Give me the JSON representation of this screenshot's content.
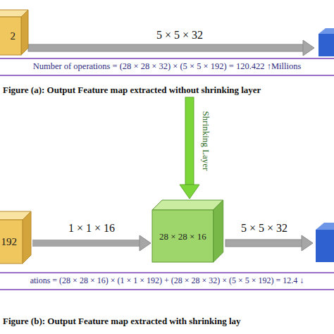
{
  "diagram": {
    "nodes": [
      {
        "text": [
          "2"
        ]
      },
      {
        "text": [
          "192"
        ]
      },
      {
        "text": [
          "28 × 28 × 16"
        ]
      }
    ],
    "edges": [
      {
        "from": 1,
        "to": 2,
        "arrow": "to",
        "label": "1 × 1 × 16"
      }
    ],
    "labels": [
      "5 × 5 × 32",
      "Number of operations = (28 × 28 × 32) × (5 × 5 × 192) = 120.422 ↑Millions",
      "Figure (a): Output Feature map extracted without shrinking layer",
      "Shrinking Layer",
      "5 × 5 × 32",
      "ations = (28 × 28 × 16) × (1 × 1 × 192) + (28 × 28 × 32) × (5 × 5 × 192) = 12.4 ↓",
      "Figure (b): Output Feature map extracted with shrinking lay"
    ]
  }
}
